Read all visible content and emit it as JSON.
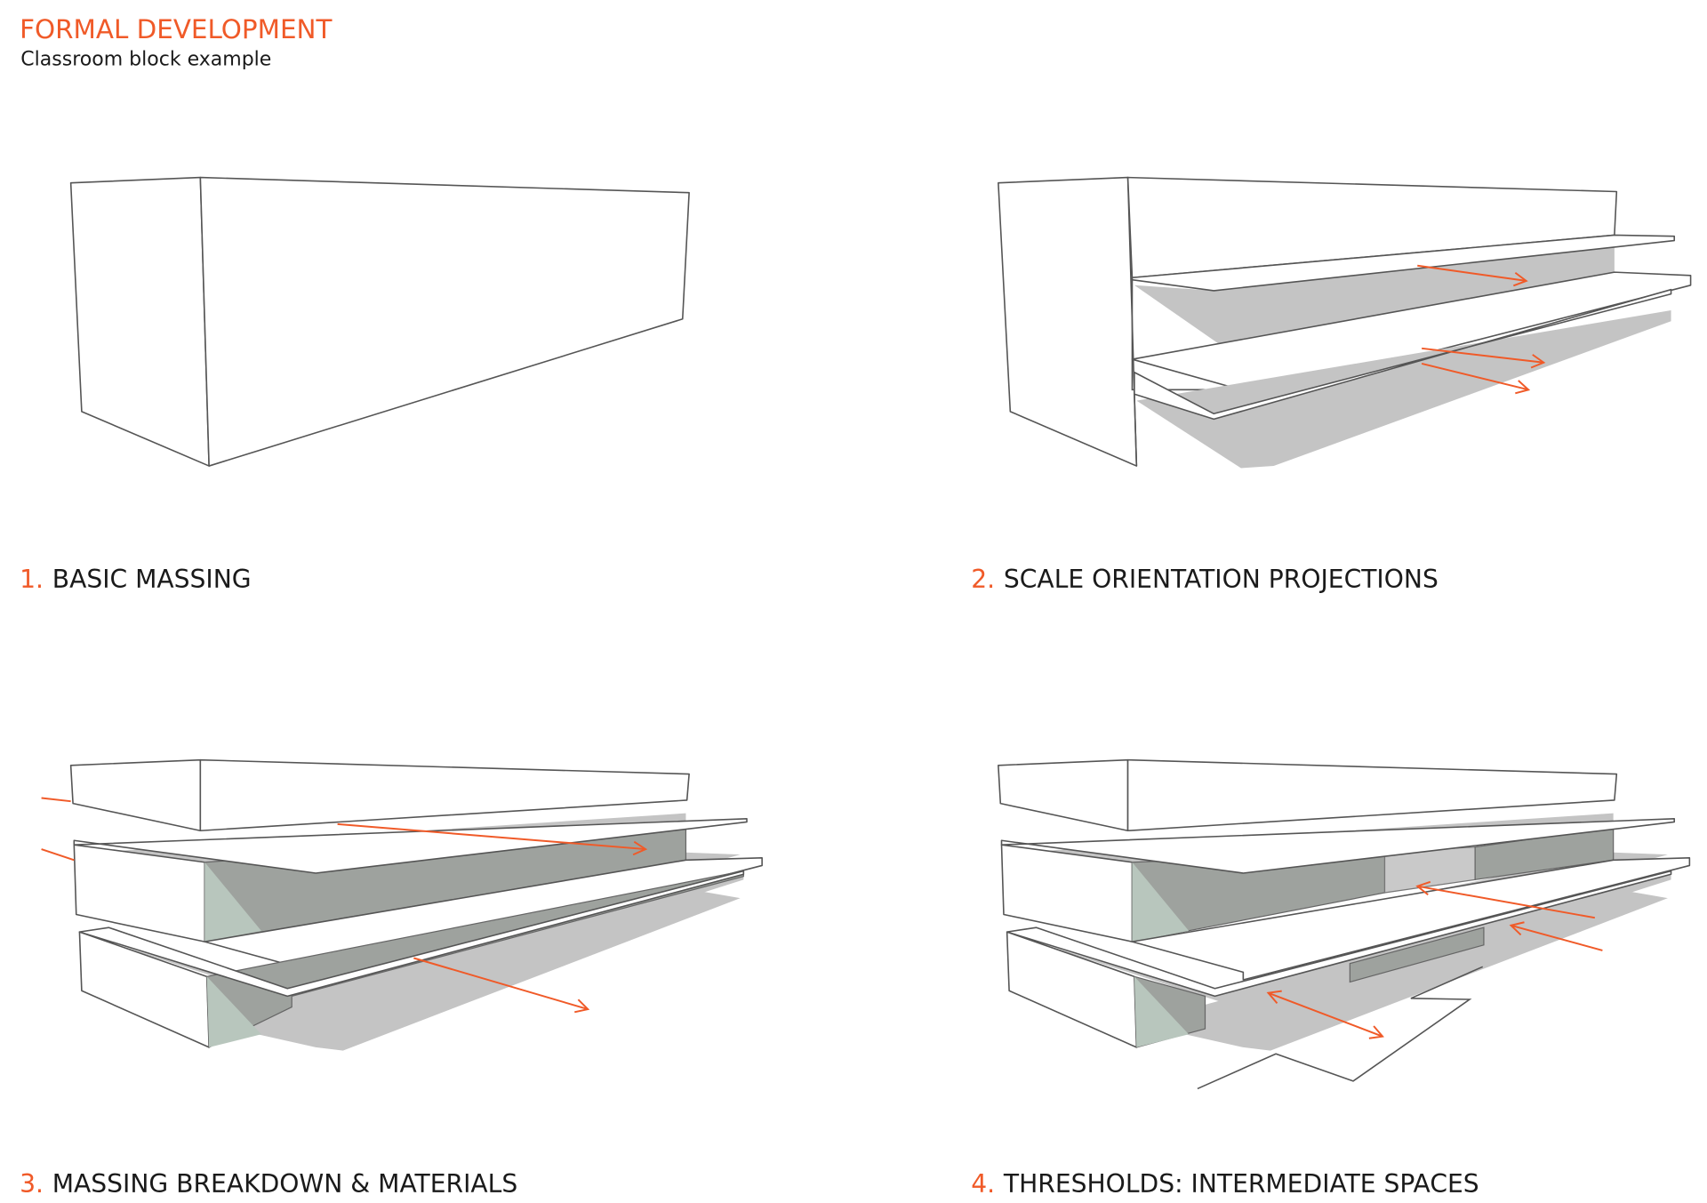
{
  "header": {
    "title": "FORMAL DEVELOPMENT",
    "subtitle": "Classroom block example"
  },
  "panels": [
    {
      "number": "1.",
      "label": "BASIC MASSING"
    },
    {
      "number": "2.",
      "label": "SCALE ORIENTATION PROJECTIONS"
    },
    {
      "number": "3.",
      "label": "MASSING BREAKDOWN & MATERIALS"
    },
    {
      "number": "4.",
      "label": "THRESHOLDS: INTERMEDIATE SPACES"
    }
  ],
  "colors": {
    "accent": "#f05a28",
    "text": "#1a1a1a",
    "shadow": "#c4c4c4"
  }
}
